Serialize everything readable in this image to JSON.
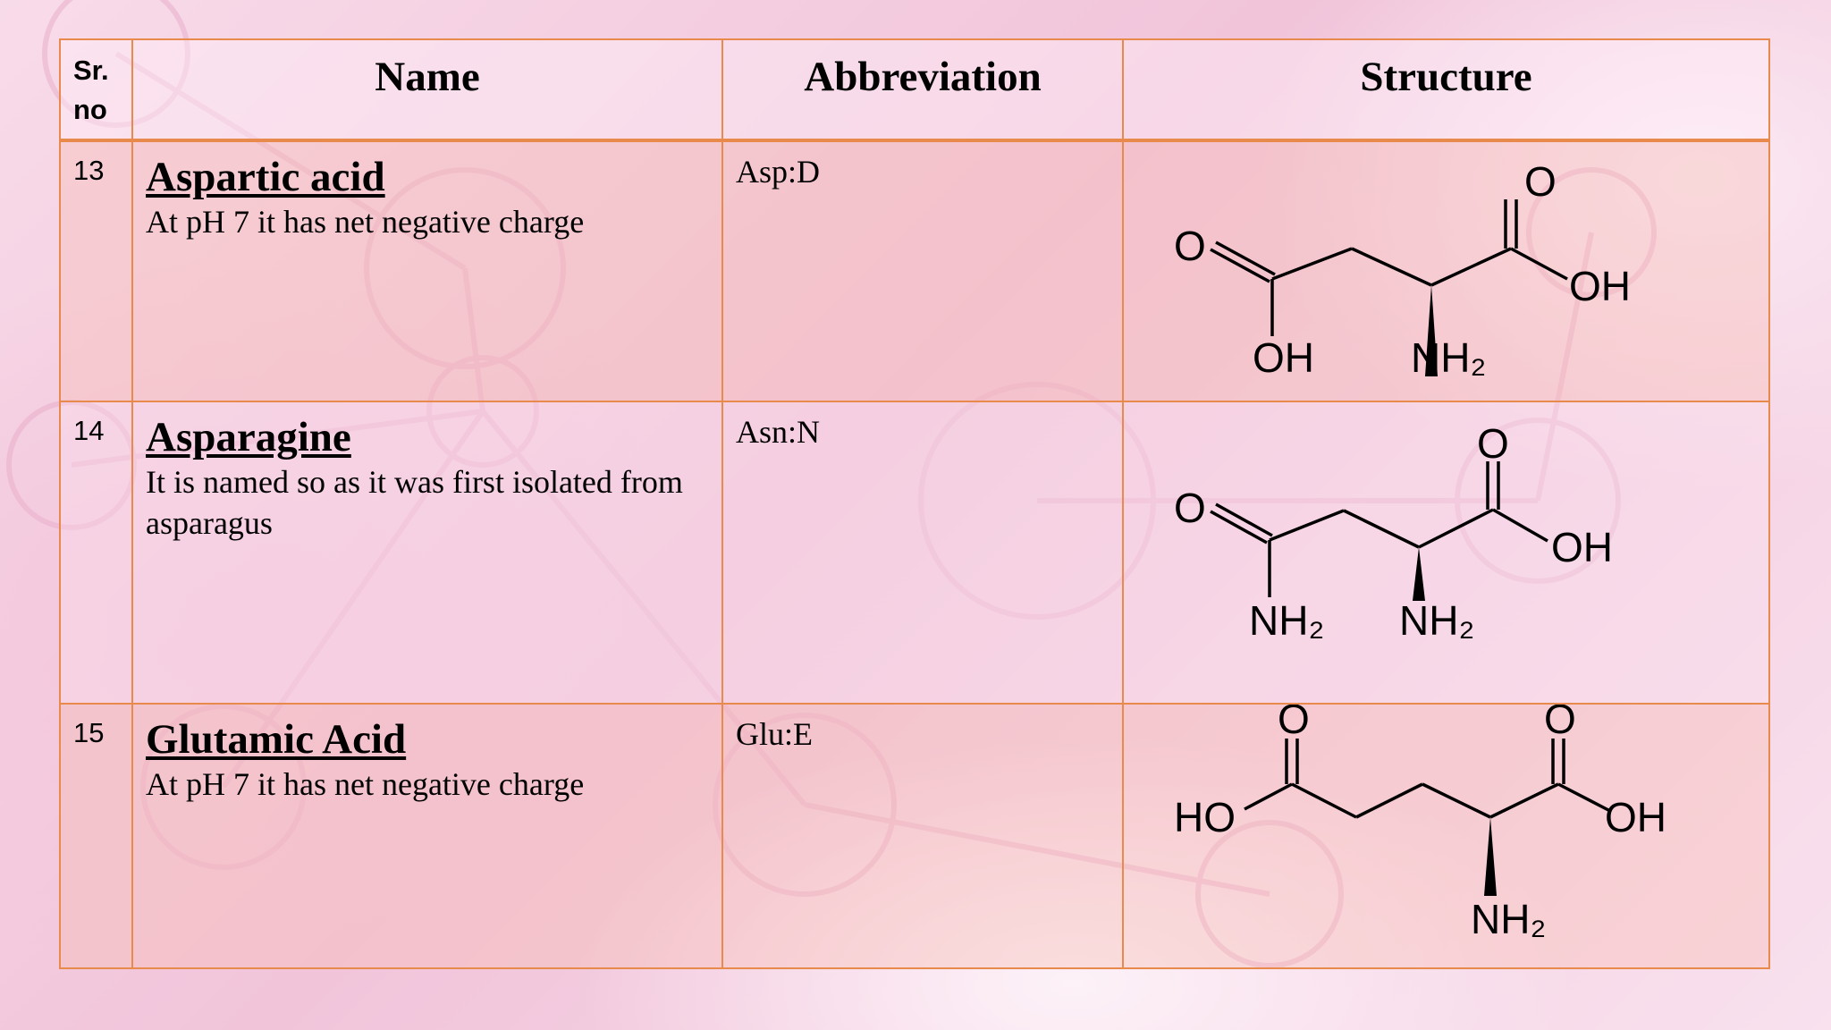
{
  "table": {
    "headers": {
      "sr_no": "Sr. no",
      "name": "Name",
      "abbreviation": "Abbreviation",
      "structure": "Structure"
    },
    "rows": [
      {
        "sr": "13",
        "name": "Aspartic acid",
        "desc": "At pH 7 it has net negative charge",
        "abbreviation": "Asp:D",
        "structure_labels": {
          "o_top": "O",
          "o_left": "O",
          "oh_right": "OH",
          "oh_bottom": "OH",
          "nh2": "NH₂"
        }
      },
      {
        "sr": "14",
        "name": "Asparagine",
        "desc": "It is named so as it was first isolated from asparagus",
        "abbreviation": "Asn:N",
        "structure_labels": {
          "o_top": "O",
          "o_left": "O",
          "oh_right": "OH",
          "nh2_side": "NH₂",
          "nh2": "NH₂"
        }
      },
      {
        "sr": "15",
        "name": "Glutamic Acid",
        "desc": "At pH 7 it has net negative charge",
        "abbreviation": "Glu:E",
        "structure_labels": {
          "o_left": "O",
          "o_right": "O",
          "ho_left": "HO",
          "oh_right": "OH",
          "nh2": "NH₂"
        }
      }
    ]
  },
  "colors": {
    "border": "#e88a4c",
    "background": "#f6d9ea"
  }
}
